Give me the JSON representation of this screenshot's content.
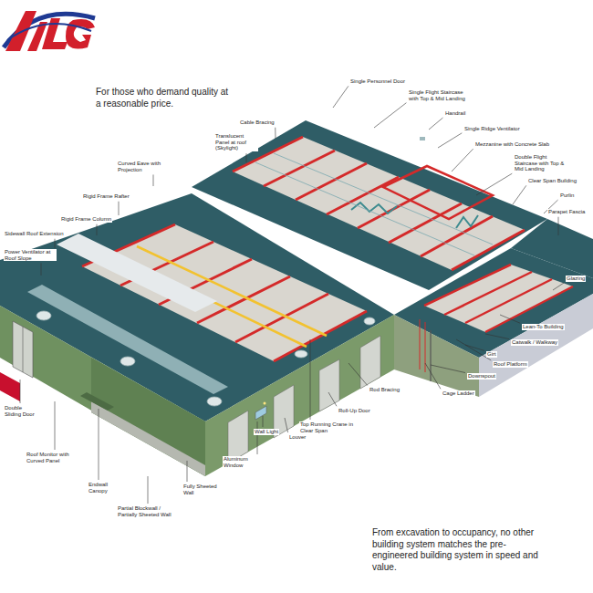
{
  "diagram": {
    "title": "For those who demand quality at a reasonable price.",
    "caption": "From excavation to occupancy, no other building system matches the pre-engineered building system in speed and value.",
    "labels": [
      "Single Personnel Door",
      "Single Flight Staircase with Top & Mid Landing",
      "Handrail",
      "Single Ridge Ventilator",
      "Cable Bracing",
      "Translucent Panel at roof (Skylight)",
      "Mezzanine with Concrete Slab",
      "Double Flight Staircase with Top & Mid Landing",
      "Curved Eave with Projection",
      "Clear Span Building",
      "Purlin",
      "Rigid Frame Rafter",
      "Parapet Fascia",
      "Rigid Frame Column",
      "Sidewall Roof Extension",
      "Power Ventilator at Roof Slope",
      "Glazing",
      "Lean-To Building",
      "Catwalk / Walkway",
      "Girt",
      "Roof Platform",
      "Downspout",
      "Rod Bracing",
      "Top Running Crane in Clear Span",
      "Cage Ladder",
      "Roll-Up Door",
      "Double Sliding Door",
      "Louver",
      "Wall Light",
      "Roof Monitor with Curved Panel",
      "Aluminum Window",
      "Fully Sheeted Wall",
      "Endwall Canopy",
      "Partial Blockwall / Partially Sheeted Wall"
    ]
  }
}
